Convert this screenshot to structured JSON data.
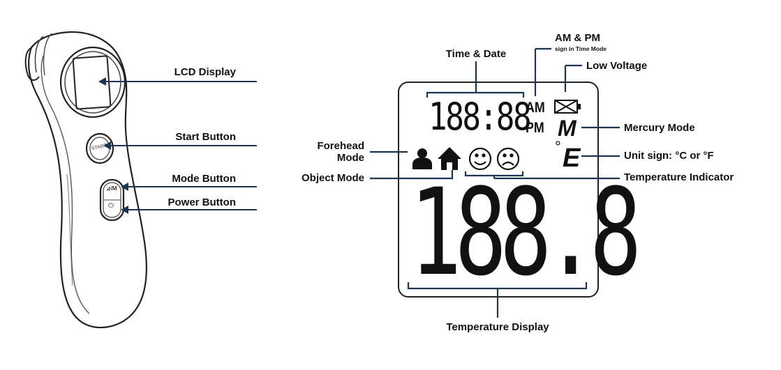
{
  "device": {
    "start_button_label": "START",
    "mode_button_label": "⊿/M",
    "power_button_symbol": "⏻"
  },
  "device_labels": {
    "lcd_display": "LCD Display",
    "start_button": "Start Button",
    "mode_button": "Mode Button",
    "power_button": "Power Button"
  },
  "lcd": {
    "time_digits": "188:88",
    "am": "AM",
    "pm": "PM",
    "mercury_symbol": "M",
    "degree_symbol": "°",
    "unit_symbol": "E",
    "temperature_digits": "188.8"
  },
  "lcd_labels": {
    "time_date": "Time & Date",
    "am_pm": "AM & PM",
    "am_pm_sub": "sign in Time Mode",
    "low_voltage": "Low Voltage",
    "mercury_mode": "Mercury Mode",
    "forehead_mode": "Forehead\nMode",
    "unit_sign": "Unit sign: °C or °F",
    "object_mode": "Object Mode",
    "temperature_indicator": "Temperature Indicator",
    "temperature_display": "Temperature Display"
  },
  "colors": {
    "leader_line": "#1c3550",
    "outline": "#222222",
    "text": "#111111"
  }
}
